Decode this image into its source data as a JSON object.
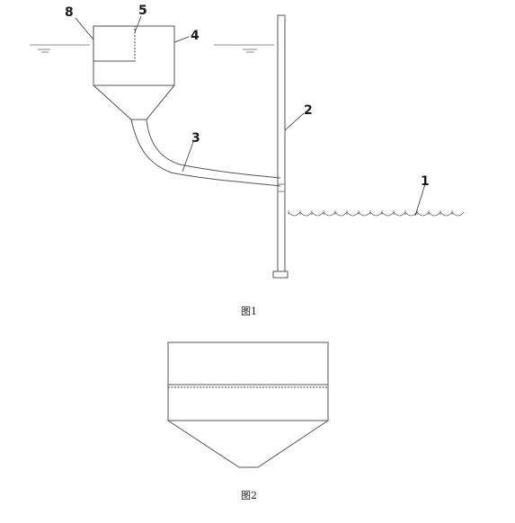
{
  "figure1": {
    "caption": "图1",
    "labels": {
      "pipe_pile": "1",
      "upright_pipe": "2",
      "feed_pipe": "3",
      "hopper": "4",
      "inner_box": "5",
      "rim": "8"
    }
  },
  "figure2": {
    "caption": "图2"
  },
  "colors": {
    "line": "#555555",
    "text": "#1a1a1a"
  }
}
